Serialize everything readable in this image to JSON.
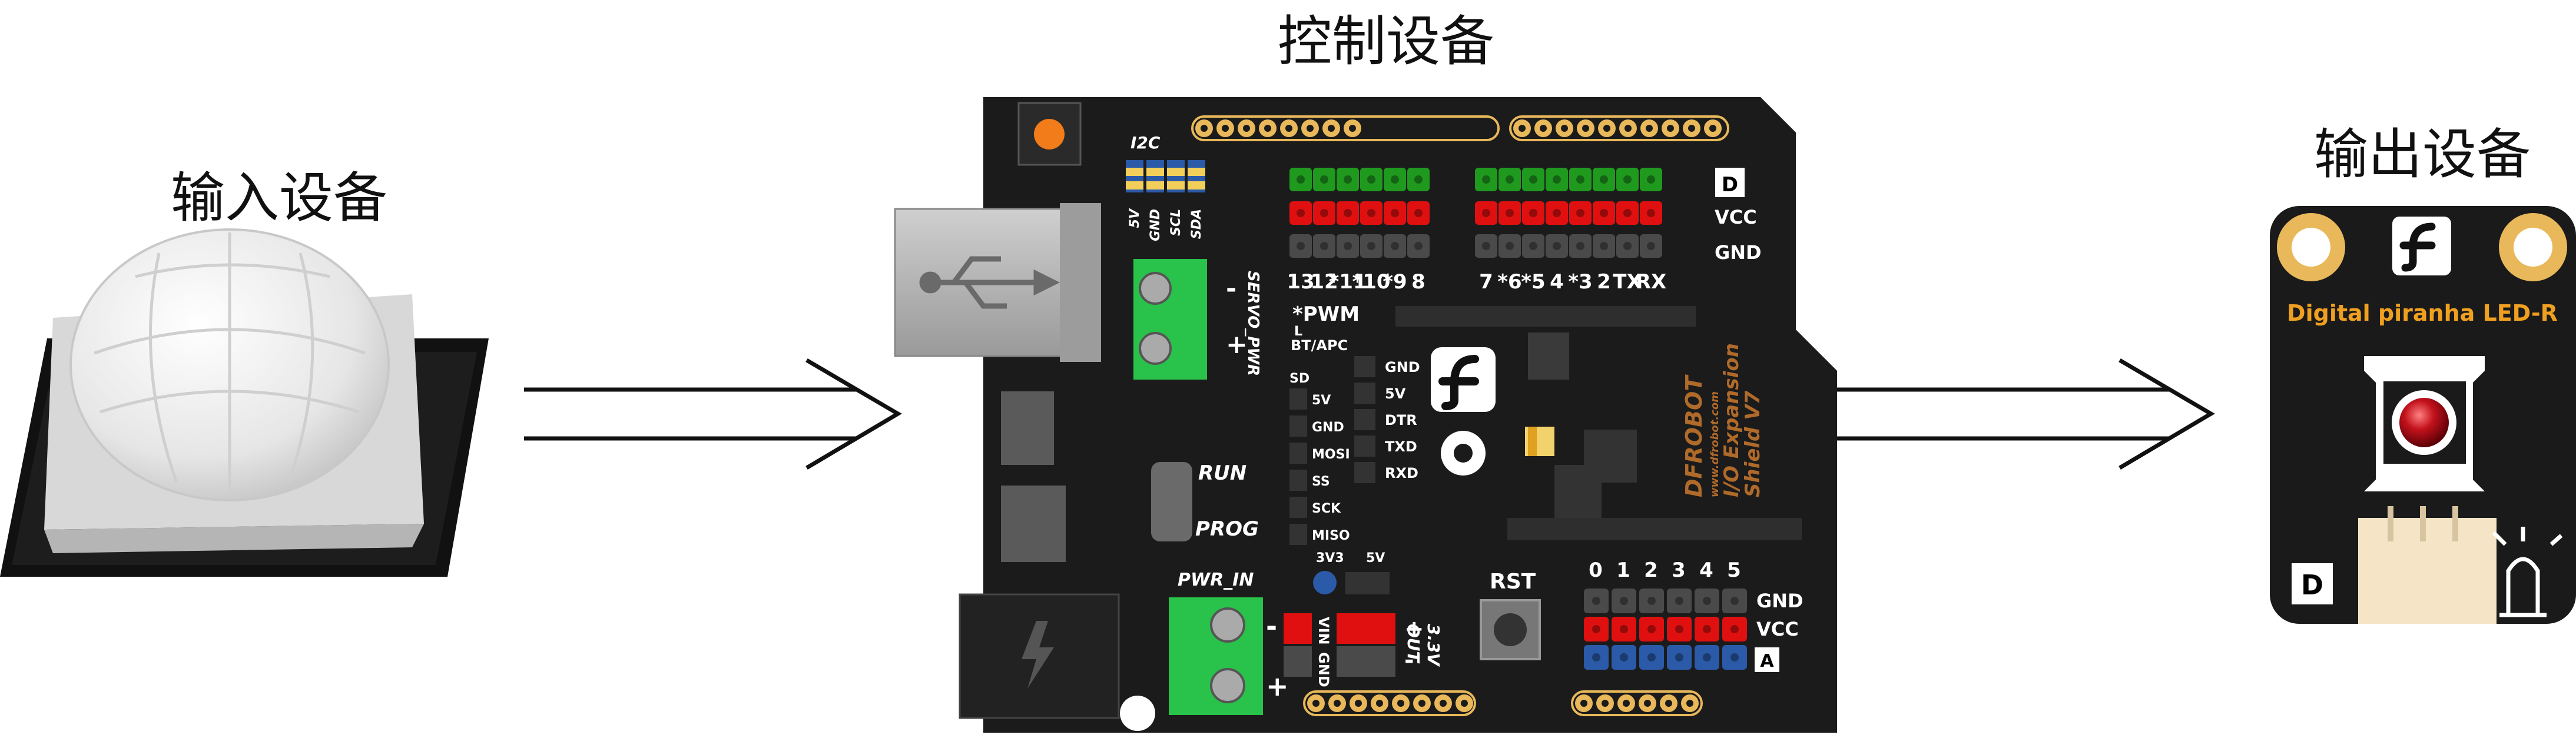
{
  "labels": {
    "input": "输入设备",
    "control": "控制设备",
    "output": "输出设备"
  },
  "board": {
    "i2c": "I2C",
    "i2c_pins": [
      "5V",
      "GND",
      "SCL",
      "SDA"
    ],
    "servo_pwr": "SERVO_PWR",
    "pwm": "*PWM",
    "digital_pins": [
      "13",
      "12",
      "*11",
      "*10",
      "*9",
      "8",
      "7",
      "*6",
      "*5",
      "4",
      "*3",
      "2",
      "TX",
      "RX"
    ],
    "row_labels": [
      "D",
      "VCC",
      "GND"
    ],
    "bt_apc": "BT/APC",
    "bt_pins": [
      "GND",
      "5V",
      "DTR",
      "TXD",
      "RXD"
    ],
    "sd": "SD",
    "sd_pins": [
      "5V",
      "GND",
      "MOSI",
      "SS",
      "SCK",
      "MISO"
    ],
    "run": "RUN",
    "prog": "PROG",
    "pwr_in": "PWR_IN",
    "v3v3": "3V3",
    "v5": "5V",
    "rst": "RST",
    "vin_gnd": [
      "VIN",
      "GND"
    ],
    "out33": [
      "3.3V",
      "OUT"
    ],
    "analog_pins": [
      "0",
      "1",
      "2",
      "3",
      "4",
      "5"
    ],
    "analog_rows": [
      "GND",
      "VCC",
      "A"
    ],
    "brand": [
      "DFROBOT",
      "www.dfrobot.com",
      "I/O Expansion",
      "Shield V7"
    ],
    "l_led": "L"
  },
  "module": {
    "title": "Digital piranha LED-R",
    "d_label": "D"
  },
  "colors": {
    "board": "#1b1b1b",
    "gold": "#e8b85a",
    "green": "#1f9a1f",
    "red": "#e01010",
    "gray_pin": "#4a4a4a",
    "blue_pin": "#2a5aa8",
    "terminal": "#29c24a",
    "module_title": "#f0a020",
    "led": "#b0101a"
  }
}
